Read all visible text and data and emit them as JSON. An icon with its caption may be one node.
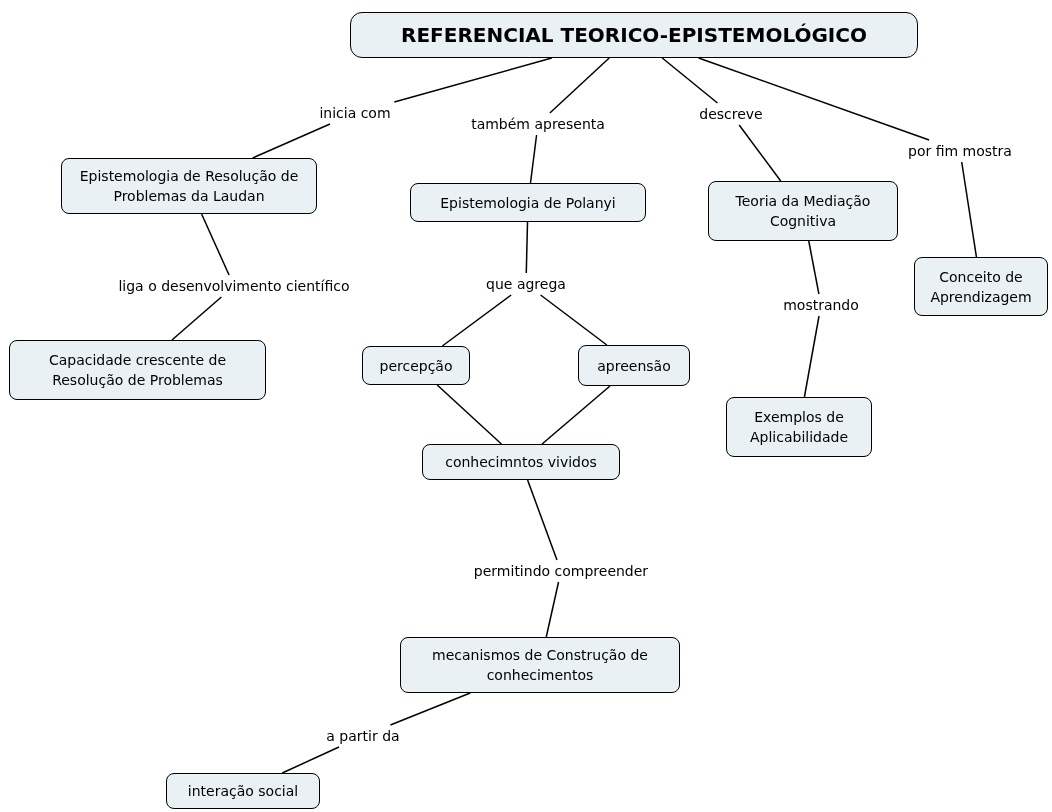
{
  "diagram": {
    "nodes": [
      {
        "text": [
          "REFERENCIAL TEORICO-EPISTEMOLÓGICO"
        ]
      },
      {
        "text": [
          "inicia com"
        ]
      },
      {
        "text": [
          "também apresenta"
        ]
      },
      {
        "text": [
          "descreve"
        ]
      },
      {
        "text": [
          "por fim mostra"
        ]
      },
      {
        "text": [
          "Epistemologia de Resolução de Problemas da Laudan"
        ]
      },
      {
        "text": [
          "Epistemologia de Polanyi"
        ]
      },
      {
        "text": [
          "Teoria da Mediação Cognitiva"
        ]
      },
      {
        "text": [
          "Conceito de Aprendizagem"
        ]
      },
      {
        "text": [
          "liga o desenvolvimento científico"
        ]
      },
      {
        "text": [
          "que agrega"
        ]
      },
      {
        "text": [
          "mostrando"
        ]
      },
      {
        "text": [
          "Capacidade crescente de Resolução de Problemas"
        ]
      },
      {
        "text": [
          "percepção"
        ]
      },
      {
        "text": [
          "apreensão"
        ]
      },
      {
        "text": [
          "Exemplos de Aplicabilidade"
        ]
      },
      {
        "text": [
          "conhecimntos vividos"
        ]
      },
      {
        "text": [
          "permitindo compreender"
        ]
      },
      {
        "text": [
          "mecanismos de Construção de conhecimentos"
        ]
      },
      {
        "text": [
          "a partir da"
        ]
      },
      {
        "text": [
          "interação social"
        ]
      }
    ],
    "edges": [
      {
        "from": 0,
        "to": 1,
        "arrow": "none"
      },
      {
        "from": 1,
        "to": 5,
        "arrow": "none"
      },
      {
        "from": 0,
        "to": 2,
        "arrow": "none"
      },
      {
        "from": 2,
        "to": 6,
        "arrow": "none"
      },
      {
        "from": 0,
        "to": 3,
        "arrow": "none"
      },
      {
        "from": 3,
        "to": 7,
        "arrow": "none"
      },
      {
        "from": 0,
        "to": 4,
        "arrow": "none"
      },
      {
        "from": 4,
        "to": 8,
        "arrow": "none"
      },
      {
        "from": 5,
        "to": 9,
        "arrow": "none"
      },
      {
        "from": 9,
        "to": 12,
        "arrow": "none"
      },
      {
        "from": 6,
        "to": 10,
        "arrow": "none"
      },
      {
        "from": 10,
        "to": 13,
        "arrow": "none"
      },
      {
        "from": 10,
        "to": 14,
        "arrow": "none"
      },
      {
        "from": 7,
        "to": 11,
        "arrow": "none"
      },
      {
        "from": 11,
        "to": 15,
        "arrow": "none"
      },
      {
        "from": 13,
        "to": 16,
        "arrow": "none"
      },
      {
        "from": 14,
        "to": 16,
        "arrow": "none"
      },
      {
        "from": 16,
        "to": 17,
        "arrow": "none"
      },
      {
        "from": 17,
        "to": 18,
        "arrow": "none"
      },
      {
        "from": 18,
        "to": 19,
        "arrow": "none"
      },
      {
        "from": 19,
        "to": 20,
        "arrow": "none"
      }
    ]
  }
}
